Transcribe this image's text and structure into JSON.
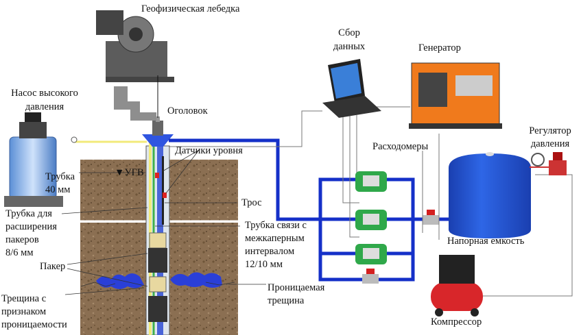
{
  "labels": {
    "winch": "Геофизическая лебедка",
    "pump_line1": "Насос высокого",
    "pump_line2": "давления",
    "wellhead": "Оголовок",
    "data_line1": "Сбор",
    "data_line2": "данных",
    "generator": "Генератор",
    "level_sensors": "Датчики уровня",
    "flowmeters": "Расходомеры",
    "regulator_line1": "Регулятор",
    "regulator_line2": "давления",
    "gwl": "▼УГВ",
    "tube40_line1": "Трубка",
    "tube40_line2": "40 мм",
    "cable": "Трос",
    "packer_tube_line1": "Трубка для",
    "packer_tube_line2": "расширения",
    "packer_tube_line3": "пакеров",
    "packer_tube_line4": "8/6 мм",
    "link_tube_line1": "Трубка связи с",
    "link_tube_line2": "межкаперным",
    "link_tube_line3": "интервалом",
    "link_tube_line4": "12/10 мм",
    "tank": "Напорная емкость",
    "packer": "Пакер",
    "perm_fracture_line1": "Проницаемая",
    "perm_fracture_line2": "трещина",
    "fracture_line1": "Трещина с",
    "fracture_line2": "признаком",
    "fracture_line3": "проницаемости",
    "compressor": "Компрессор"
  },
  "colors": {
    "water_pipe": "#1530c8",
    "air_line": "#f2ea7a",
    "soil": "#8a6e50",
    "tank": "#1f54d6",
    "flowmeter": "#2fa84a",
    "generator": "#f07a1c",
    "compressor": "#d8262a",
    "valve": "#d42020"
  }
}
